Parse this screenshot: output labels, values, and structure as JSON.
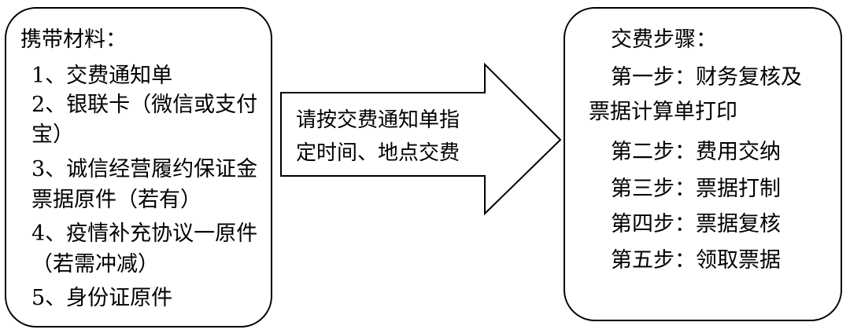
{
  "materials": {
    "title": "携带材料：",
    "lines": [
      "1、交费通知单",
      "2、银联卡（微信或支付",
      "宝）",
      "3、诚信经营履约保证金",
      "票据原件（若有）",
      "4、疫情补充协议一原件",
      "（若需冲减）",
      "5、身份证原件"
    ]
  },
  "arrow": {
    "lines": [
      "请按交费通知单指",
      "定时间、地点交费"
    ]
  },
  "steps": {
    "title": "交费步骤：",
    "lines": [
      "第一步：财务复核及",
      "票据计算单打印",
      "第二步：费用交纳",
      "第三步：票据打制",
      "第四步：票据复核",
      "第五步：领取票据"
    ]
  }
}
